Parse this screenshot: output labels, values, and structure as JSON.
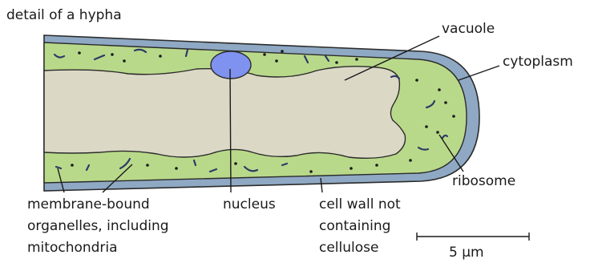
{
  "diagram": {
    "title": "detail of a hypha",
    "labels": {
      "vacuole": "vacuole",
      "cytoplasm": "cytoplasm",
      "ribosome": "ribosome",
      "organelles": [
        "membrane-bound",
        "organelles, including",
        "mitochondria"
      ],
      "nucleus": "nucleus",
      "cell_wall": [
        "cell wall not",
        "containing",
        "cellulose"
      ],
      "scale_bar": "5 μm"
    },
    "colors": {
      "cell_wall": "#8fa9c4",
      "cytoplasm": "#b9d98a",
      "vacuole": "#dcd8c6",
      "nucleus": "#7f92f0",
      "outline": "#2b2b2b"
    }
  }
}
